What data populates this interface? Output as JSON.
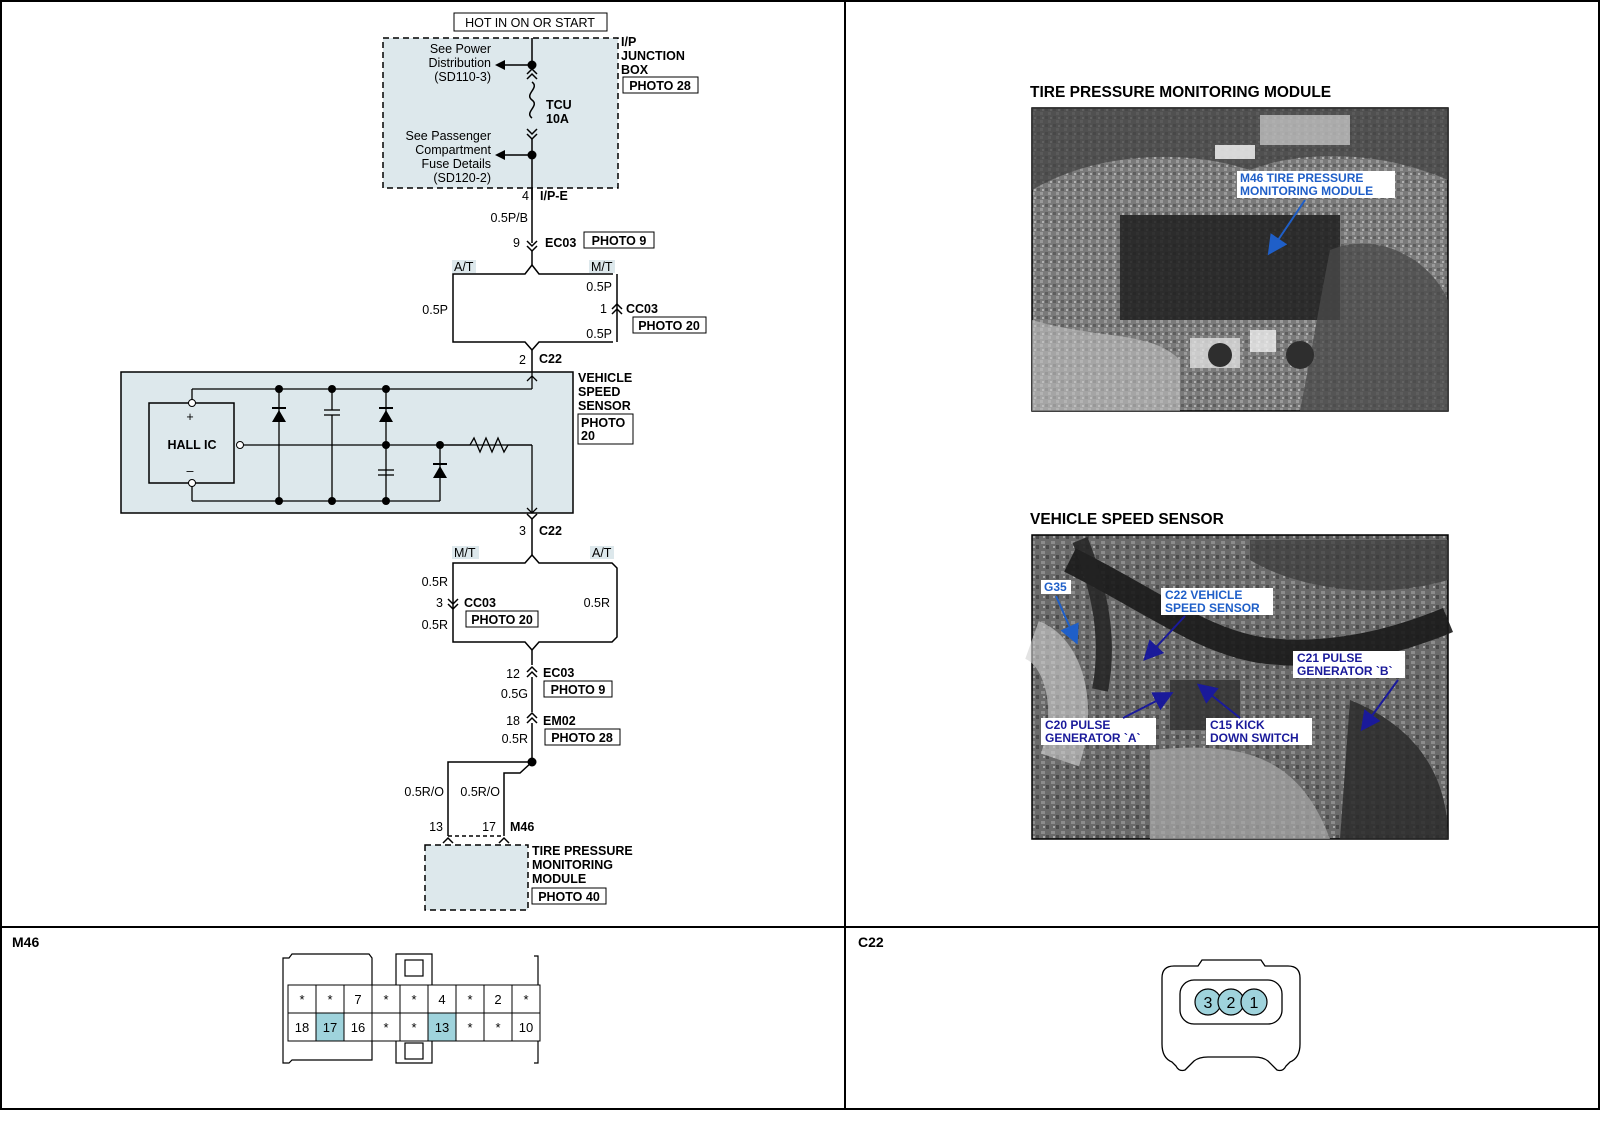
{
  "power_header": "HOT IN ON OR START",
  "junction_box": {
    "name_lines": [
      "I/P",
      "JUNCTION",
      "BOX"
    ],
    "photo": "PHOTO 28",
    "power_ref": [
      "See Power",
      "Distribution",
      "(SD110-3)"
    ],
    "fuse_ref": [
      "See Passenger",
      "Compartment",
      "Fuse Details",
      "(SD120-2)"
    ],
    "fuse": [
      "TCU",
      "10A"
    ]
  },
  "top_wiring": {
    "ip_pin": "4",
    "ip_conn": "I/P-E",
    "wire1": "0.5P/B",
    "ec_pin": "9",
    "ec_conn": "EC03",
    "ec_photo": "PHOTO 9",
    "at_tag": "A/T",
    "mt_tag": "M/T",
    "left_wire": "0.5P",
    "right_wire_top": "0.5P",
    "cc_pin": "1",
    "cc_conn": "CC03",
    "cc_photo": "PHOTO 20",
    "right_wire_bottom": "0.5P",
    "c22_pin": "2",
    "c22_conn": "C22"
  },
  "vss": {
    "name_lines": [
      "VEHICLE",
      "SPEED",
      "SENSOR"
    ],
    "photo_lines": [
      "PHOTO",
      "20"
    ],
    "hall_ic": "HALL IC",
    "plus": "+",
    "minus": "–"
  },
  "bottom_wiring": {
    "c22_pin": "3",
    "c22_conn": "C22",
    "mt_tag": "M/T",
    "at_tag": "A/T",
    "left_wire_top": "0.5R",
    "cc_pin": "3",
    "cc_conn": "CC03",
    "cc_photo": "PHOTO 20",
    "left_wire_bottom": "0.5R",
    "right_wire": "0.5R",
    "ec_pin": "12",
    "ec_conn": "EC03",
    "ec_photo": "PHOTO 9",
    "wire_g": "0.5G",
    "em_pin": "18",
    "em_conn": "EM02",
    "em_photo": "PHOTO 28",
    "wire_r": "0.5R",
    "wire_ro_left": "0.5R/O",
    "wire_ro_right": "0.5R/O",
    "m46_pin_left": "13",
    "m46_pin_right": "17",
    "m46_conn": "M46"
  },
  "tpms": {
    "name_lines": [
      "TIRE PRESSURE",
      "MONITORING",
      "MODULE"
    ],
    "photo": "PHOTO 40"
  },
  "photo1": {
    "title": "TIRE PRESSURE MONITORING MODULE",
    "callout_lines": [
      "M46 TIRE PRESSURE",
      "MONITORING MODULE"
    ]
  },
  "photo2": {
    "title": "VEHICLE SPEED SENSOR",
    "callouts": {
      "g35": "G35",
      "c22": [
        "C22 VEHICLE",
        "SPEED SENSOR"
      ],
      "c21": [
        "C21 PULSE",
        "GENERATOR `B`"
      ],
      "c20": [
        "C20 PULSE",
        "GENERATOR `A`"
      ],
      "c15": [
        "C15 KICK",
        "DOWN SWITCH"
      ]
    }
  },
  "m46_connector": {
    "label": "M46",
    "top_row": [
      "*",
      "*",
      "7",
      "*",
      "*",
      "4",
      "*",
      "2",
      "*"
    ],
    "bottom_row": [
      "18",
      "17",
      "16",
      "*",
      "*",
      "13",
      "*",
      "*",
      "10"
    ]
  },
  "c22_connector": {
    "label": "C22",
    "pins": [
      "3",
      "2",
      "1"
    ]
  },
  "colors": {
    "module_fill": "#dde8ec",
    "pin_highlight": "#9fd3dc",
    "callout_blue": "#1f5fc8",
    "callout_navy": "#1a1a9a",
    "line": "#000000"
  }
}
